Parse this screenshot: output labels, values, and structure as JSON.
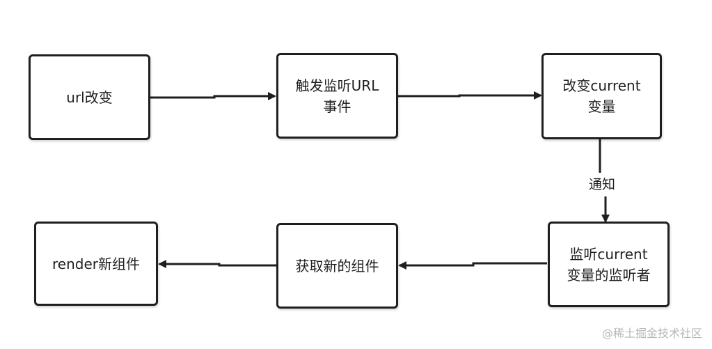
{
  "diagram": {
    "nodes": [
      {
        "id": "url-change",
        "label": "url改变"
      },
      {
        "id": "trigger-listen-url",
        "label": "触发监听URL\n事件"
      },
      {
        "id": "change-current",
        "label": "改变current\n变量"
      },
      {
        "id": "current-listener",
        "label": "监听current\n变量的监听者"
      },
      {
        "id": "get-component",
        "label": "获取新的组件"
      },
      {
        "id": "render-component",
        "label": "render新组件"
      }
    ],
    "edges": [
      {
        "from": "url-change",
        "to": "trigger-listen-url",
        "label": ""
      },
      {
        "from": "trigger-listen-url",
        "to": "change-current",
        "label": ""
      },
      {
        "from": "change-current",
        "to": "current-listener",
        "label": "通知"
      },
      {
        "from": "current-listener",
        "to": "get-component",
        "label": ""
      },
      {
        "from": "get-component",
        "to": "render-component",
        "label": ""
      }
    ]
  },
  "watermark": "@稀土掘金技术社区",
  "colors": {
    "stroke": "#1f1f1f",
    "background": "#ffffff",
    "watermark": "#b7b7b7"
  }
}
